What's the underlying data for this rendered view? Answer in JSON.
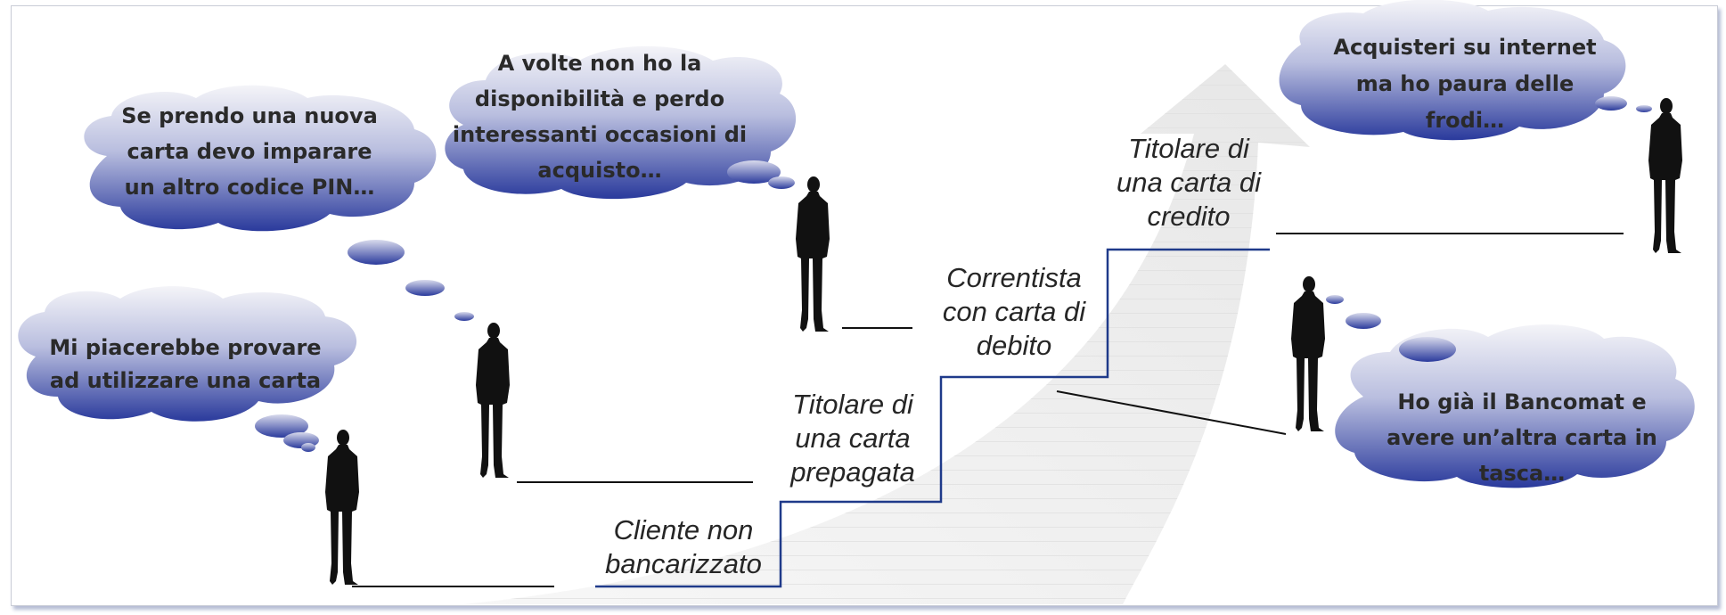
{
  "stages": [
    {
      "id": "stage-1",
      "lines": [
        "Cliente non",
        "bancarizzato"
      ]
    },
    {
      "id": "stage-2",
      "lines": [
        "Titolare di",
        "una carta",
        "prepagata"
      ]
    },
    {
      "id": "stage-3",
      "lines": [
        "Correntista",
        "con carta di",
        "debito"
      ]
    },
    {
      "id": "stage-4",
      "lines": [
        "Titolare di",
        "una carta di",
        "credito"
      ]
    }
  ],
  "thoughts": [
    {
      "id": "thought-1",
      "lines": [
        "Mi piacerebbe provare",
        "ad utilizzare una carta"
      ]
    },
    {
      "id": "thought-2",
      "lines": [
        "Se prendo una nuova",
        "carta devo imparare",
        "un altro codice PIN…"
      ]
    },
    {
      "id": "thought-3",
      "lines": [
        "A volte non ho la",
        "disponibilità e perdo",
        "interessanti occasioni di",
        "acquisto…"
      ]
    },
    {
      "id": "thought-4",
      "lines": [
        "Acquisteri su internet",
        "ma ho paura delle",
        "frodi…"
      ]
    },
    {
      "id": "thought-5",
      "lines": [
        "Ho già il Bancomat e",
        "avere un’altra carta in",
        "tasca…"
      ]
    }
  ],
  "colors": {
    "staircase": "#1f3a8a",
    "cloud_top": "#f2f2f8",
    "cloud_bottom": "#2a3a9c",
    "silhouette": "#111111",
    "arrow": "#eeeeee"
  }
}
